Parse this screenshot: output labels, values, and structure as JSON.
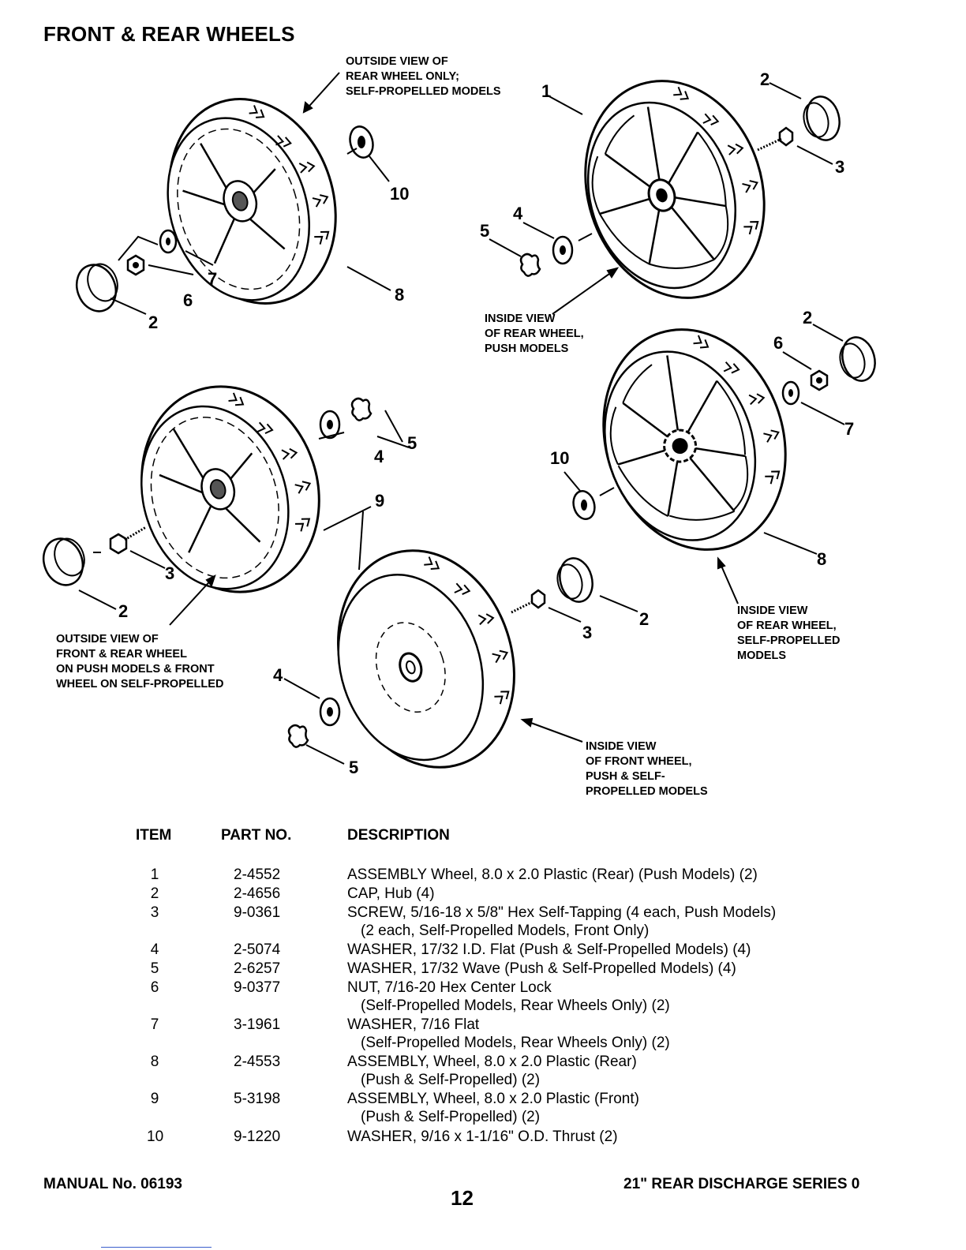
{
  "title": "FRONT & REAR WHEELS",
  "callouts": {
    "outside_rear_sp": [
      "OUTSIDE VIEW OF",
      "REAR WHEEL ONLY;",
      "SELF-PROPELLED MODELS"
    ],
    "inside_rear_push": [
      "INSIDE VIEW",
      "OF REAR WHEEL,",
      "PUSH MODELS"
    ],
    "outside_front_rear": [
      "OUTSIDE VIEW OF",
      "FRONT & REAR WHEEL",
      "ON PUSH MODELS & FRONT",
      "WHEEL ON SELF-PROPELLED"
    ],
    "inside_rear_sp": [
      "INSIDE VIEW",
      "OF REAR WHEEL,",
      "SELF-PROPELLED",
      "MODELS"
    ],
    "inside_front": [
      "INSIDE VIEW",
      "OF FRONT WHEEL,",
      "PUSH & SELF-",
      "PROPELLED MODELS"
    ]
  },
  "item_numbers": {
    "n1": "1",
    "n2": "2",
    "n3": "3",
    "n4": "4",
    "n5": "5",
    "n6": "6",
    "n7": "7",
    "n8": "8",
    "n9": "9",
    "n10": "10"
  },
  "table": {
    "headers": {
      "item": "ITEM",
      "part": "PART NO.",
      "desc": "DESCRIPTION"
    },
    "rows": [
      {
        "item": "1",
        "part": "2-4552",
        "desc": "ASSEMBLY Wheel, 8.0 x 2.0 Plastic (Rear) (Push Models) (2)",
        "cont": ""
      },
      {
        "item": "2",
        "part": "2-4656",
        "desc": "CAP, Hub (4)",
        "cont": ""
      },
      {
        "item": "3",
        "part": "9-0361",
        "desc": "SCREW, 5/16-18 x 5/8\" Hex Self-Tapping (4 each,  Push Models)",
        "cont": "(2 each,  Self-Propelled Models, Front Only)"
      },
      {
        "item": "4",
        "part": "2-5074",
        "desc": "WASHER, 17/32 I.D. Flat (Push & Self-Propelled Models) (4)",
        "cont": ""
      },
      {
        "item": "5",
        "part": "2-6257",
        "desc": "WASHER, 17/32 Wave (Push & Self-Propelled Models) (4)",
        "cont": ""
      },
      {
        "item": "6",
        "part": "9-0377",
        "desc": "NUT, 7/16-20 Hex Center Lock",
        "cont": "(Self-Propelled Models, Rear Wheels Only) (2)"
      },
      {
        "item": "7",
        "part": "3-1961",
        "desc": "WASHER, 7/16 Flat",
        "cont": "(Self-Propelled Models, Rear Wheels Only) (2)"
      },
      {
        "item": "8",
        "part": "2-4553",
        "desc": "ASSEMBLY, Wheel, 8.0 x 2.0 Plastic (Rear)",
        "cont": "(Push & Self-Propelled) (2)"
      },
      {
        "item": "9",
        "part": "5-3198",
        "desc": "ASSEMBLY, Wheel, 8.0 x 2.0 Plastic (Front)",
        "cont": "(Push & Self-Propelled) (2)"
      },
      {
        "item": "10",
        "part": "9-1220",
        "desc": "WASHER, 9/16 x 1-1/16\" O.D. Thrust (2)",
        "cont": ""
      }
    ]
  },
  "footer": {
    "manual": "MANUAL No. 06193",
    "page": "12",
    "series": "21\" REAR DISCHARGE SERIES 0"
  }
}
